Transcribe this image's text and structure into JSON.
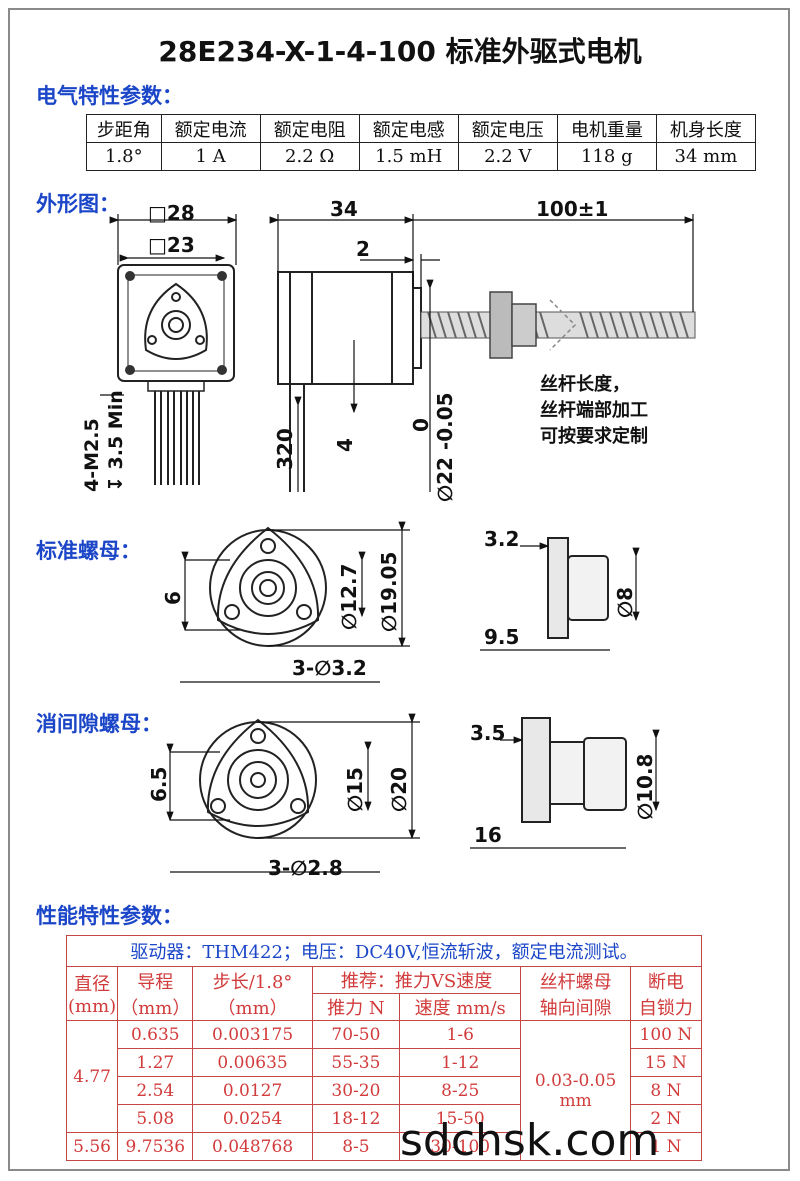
{
  "title": "28E234-X-1-4-100 标准外驱式电机",
  "electrical": {
    "heading": "电气特性参数：",
    "headers": [
      "步距角",
      "额定电流",
      "额定电阻",
      "额定电感",
      "额定电压",
      "电机重量",
      "机身长度"
    ],
    "values": [
      "1.8°",
      "1 A",
      "2.2 Ω",
      "1.5 mH",
      "2.2 V",
      "118 g",
      "34 mm"
    ]
  },
  "outline": {
    "heading": "外形图：",
    "dims": {
      "d28": "□28",
      "d23": "□23",
      "d34": "34",
      "d2": "2",
      "d100": "100±1",
      "d320": "320",
      "d4": "4",
      "d0": "0",
      "d22": "∅22 -0.05",
      "holes_a": "4-M2.5",
      "holes_b": "↧ 3.5 Min"
    },
    "note": [
      "丝杆长度，",
      "丝杆端部加工",
      "可按要求定制"
    ]
  },
  "std_nut": {
    "heading": "标准螺母：",
    "dims": {
      "d6": "6",
      "d12": "∅12.7",
      "d19": "∅19.05",
      "d3": "3-∅3.2",
      "d32": "3.2",
      "d8": "∅8",
      "d95": "9.5"
    }
  },
  "anti_nut": {
    "heading": "消间隙螺母：",
    "dims": {
      "d65": "6.5",
      "d15": "∅15",
      "d20": "∅20",
      "d3": "3-∅2.8",
      "d35": "3.5",
      "d108": "∅10.8",
      "d16": "16"
    }
  },
  "performance": {
    "heading": "性能特性参数：",
    "driver": "驱动器：THM422；电压：DC40V,恒流斩波，额定电流测试。",
    "h_diameter": [
      "直径",
      "(mm)"
    ],
    "h_lead": [
      "导程",
      "（mm）"
    ],
    "h_step": [
      "步长/1.8°",
      "（mm）"
    ],
    "h_rec": "推荐：推力VS速度",
    "h_thrust": "推力 N",
    "h_speed": "速度 mm/s",
    "h_clear": [
      "丝杆螺母",
      "轴向间隙"
    ],
    "h_lock": [
      "断电",
      "自锁力"
    ],
    "diam1": "4.77",
    "diam2": "5.56",
    "clearance": [
      "0.03-0.05",
      "mm"
    ],
    "rows": [
      {
        "lead": "0.635",
        "step": "0.003175",
        "thrust": "70-50",
        "speed": "1-6",
        "lock": "100 N"
      },
      {
        "lead": "1.27",
        "step": "0.00635",
        "thrust": "55-35",
        "speed": "1-12",
        "lock": "15 N"
      },
      {
        "lead": "2.54",
        "step": "0.0127",
        "thrust": "30-20",
        "speed": "8-25",
        "lock": "8 N"
      },
      {
        "lead": "5.08",
        "step": "0.0254",
        "thrust": "18-12",
        "speed": "15-50",
        "lock": "2 N"
      },
      {
        "lead": "9.7536",
        "step": "0.048768",
        "thrust": "8-5",
        "speed": "30-100",
        "lock": "1 N"
      }
    ]
  },
  "watermark": "sdchsk.com"
}
